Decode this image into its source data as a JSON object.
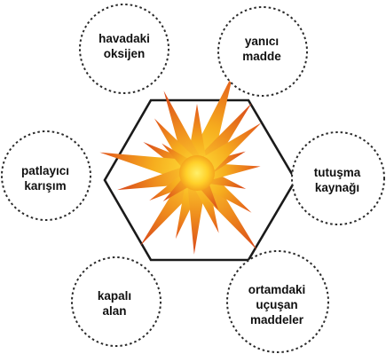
{
  "colors": {
    "hexagon_stroke": "#1a1a1a",
    "circle_stroke": "#2b2b2b",
    "star_inner": "#ffe23a",
    "star_mid": "#f6ad1e",
    "star_outer": "#e2561b"
  },
  "nodes": [
    {
      "label": "havadaki\noksijen"
    },
    {
      "label": "yanıcı\nmadde"
    },
    {
      "label": "tutuşma\nkaynağı"
    },
    {
      "label": "ortamdaki\nuçuşan\nmaddeler"
    },
    {
      "label": "kapalı\nalan"
    },
    {
      "label": "patlayıcı\nkarışım"
    }
  ]
}
